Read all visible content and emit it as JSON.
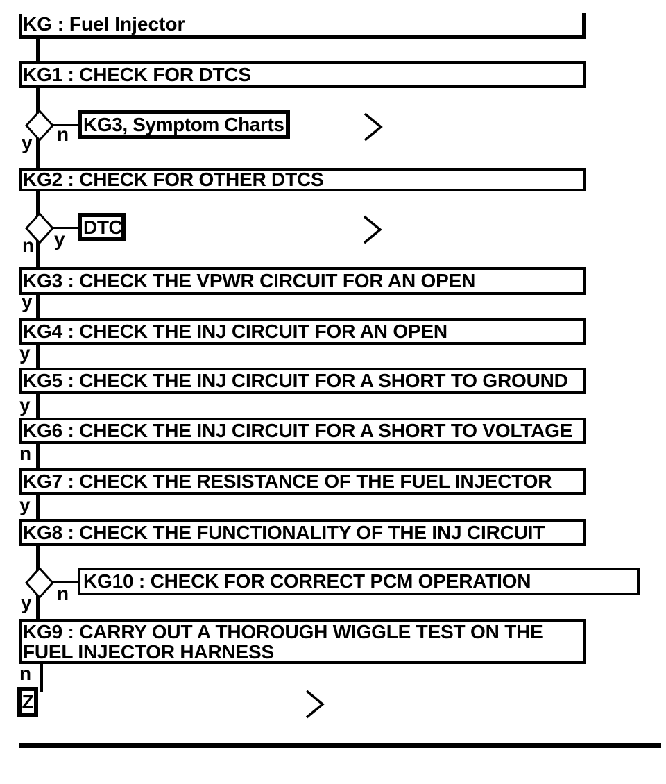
{
  "colors": {
    "ink": "#000000",
    "paper": "#ffffff"
  },
  "icons": {
    "continue": "chevron-right",
    "decision": "diamond"
  },
  "flowchart": {
    "title": "KG : Fuel Injector",
    "steps": [
      {
        "id": "KG1",
        "label": "KG1 : CHECK FOR DTCS"
      },
      {
        "id": "KG2",
        "label": "KG2 : CHECK FOR OTHER DTCS"
      },
      {
        "id": "KG3",
        "label": "KG3 : CHECK THE VPWR CIRCUIT FOR AN OPEN"
      },
      {
        "id": "KG4",
        "label": "KG4 : CHECK THE INJ CIRCUIT FOR AN OPEN"
      },
      {
        "id": "KG5",
        "label": "KG5 : CHECK THE INJ CIRCUIT FOR A SHORT TO GROUND"
      },
      {
        "id": "KG6",
        "label": "KG6 : CHECK THE INJ CIRCUIT FOR A SHORT TO VOLTAGE"
      },
      {
        "id": "KG7",
        "label": "KG7 : CHECK THE RESISTANCE OF THE FUEL INJECTOR"
      },
      {
        "id": "KG8",
        "label": "KG8 : CHECK THE FUNCTIONALITY OF THE INJ CIRCUIT"
      },
      {
        "id": "KG9",
        "line1": "KG9 : CARRY OUT A THOROUGH WIGGLE TEST ON THE",
        "line2": "FUEL INJECTOR HARNESS"
      },
      {
        "id": "KG10",
        "label": "KG10 : CHECK FOR CORRECT PCM OPERATION"
      }
    ],
    "callouts": [
      {
        "id": "symptom",
        "label": "KG3, Symptom Charts"
      },
      {
        "id": "dtc",
        "label": "DTC"
      }
    ],
    "branch_labels": [
      {
        "id": "d1-yes",
        "text": "y"
      },
      {
        "id": "d1-no",
        "text": "n"
      },
      {
        "id": "d2-no",
        "text": "n"
      },
      {
        "id": "d2-yes",
        "text": "y"
      },
      {
        "id": "kg3-yes",
        "text": "y"
      },
      {
        "id": "kg4-yes",
        "text": "y"
      },
      {
        "id": "kg5-yes",
        "text": "y"
      },
      {
        "id": "kg6-no",
        "text": "n"
      },
      {
        "id": "kg7-yes",
        "text": "y"
      },
      {
        "id": "d3-yes",
        "text": "y"
      },
      {
        "id": "d3-no",
        "text": "n"
      },
      {
        "id": "kg9-no",
        "text": "n"
      }
    ],
    "end_marker": "Z"
  }
}
